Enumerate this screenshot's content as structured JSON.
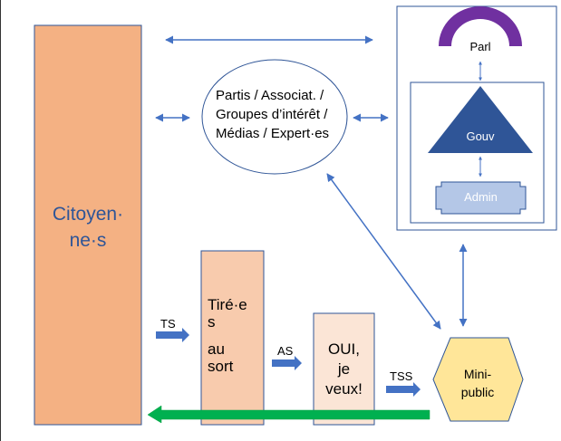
{
  "nodes": {
    "citoyens": {
      "line1": "Citoyen·",
      "line2": "ne·s"
    },
    "partis": {
      "line1": "Partis / Associat. /",
      "line2": "Groupes d’intérêt /",
      "line3": "Médias / Expert·es"
    },
    "parl": "Parl",
    "gouv": "Gouv",
    "admin": "Admin",
    "tires": {
      "line1": "Tiré·e",
      "line2": "s",
      "line3": "au",
      "line4": "sort"
    },
    "oui": {
      "line1": "OUI,",
      "line2": "je",
      "line3": "veux!"
    },
    "mini": {
      "line1": "Mini-",
      "line2": "public"
    }
  },
  "arrow_labels": {
    "ts": "TS",
    "as": "AS",
    "tss": "TSS"
  },
  "colors": {
    "citoyens_fill": "#f4b183",
    "tires_fill": "#f8cbad",
    "oui_fill": "#fbe5d6",
    "mini_fill": "#ffe699",
    "parl_fill": "#7030a0",
    "gouv_fill": "#2f5597",
    "admin_fill": "#b4c7e7",
    "arrow_blue": "#4472c4",
    "return_arrow": "#00b050",
    "border": "#2f5597"
  }
}
